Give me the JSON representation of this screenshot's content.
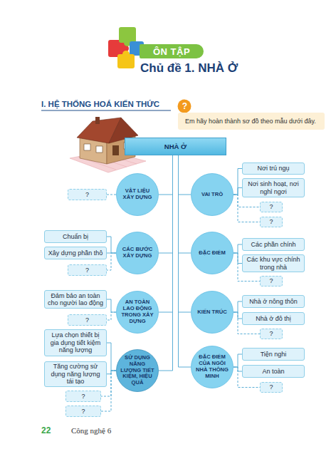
{
  "diagram": {
    "title": "Chủ đề 1. NHÀ Ở",
    "nodes": [
      {
        "text": [
          "ÔN TẬP"
        ]
      },
      {
        "text": [
          "Em hãy hoàn thành sơ đồ theo mẫu dưới đây."
        ]
      },
      {
        "text": [
          "NHÀ Ở"
        ]
      },
      {
        "text": [
          "VẬT LIỆU XÂY DỰNG"
        ]
      },
      {
        "text": [
          "?"
        ]
      },
      {
        "text": [
          "VAI TRÒ"
        ]
      },
      {
        "text": [
          "Nơi trú ngụ"
        ]
      },
      {
        "text": [
          "Nơi sinh hoạt, nơi nghỉ ngơi"
        ]
      },
      {
        "text": [
          "?"
        ]
      },
      {
        "text": [
          "?"
        ]
      },
      {
        "text": [
          "CÁC BƯỚC XÂY DỰNG"
        ]
      },
      {
        "text": [
          "Chuẩn bị"
        ]
      },
      {
        "text": [
          "Xây dựng phần thô"
        ]
      },
      {
        "text": [
          "?"
        ]
      },
      {
        "text": [
          "ĐẶC ĐIỂM"
        ]
      },
      {
        "text": [
          "Các phần chính"
        ]
      },
      {
        "text": [
          "Các khu vực chính trong nhà"
        ]
      },
      {
        "text": [
          "?"
        ]
      },
      {
        "text": [
          "AN TOÀN LAO ĐỘNG TRONG XÂY DỰNG"
        ]
      },
      {
        "text": [
          "Đảm bảo an toàn cho người lao động"
        ]
      },
      {
        "text": [
          "?"
        ]
      },
      {
        "text": [
          "KIẾN TRÚC"
        ]
      },
      {
        "text": [
          "Nhà ở nông thôn"
        ]
      },
      {
        "text": [
          "Nhà ở đô thị"
        ]
      },
      {
        "text": [
          "?"
        ]
      },
      {
        "text": [
          "SỬ DỤNG NĂNG LƯỢNG TIẾT KIỆM, HIỆU QUẢ"
        ]
      },
      {
        "text": [
          "Lựa chọn thiết bị gia dụng tiết kiệm năng lượng"
        ]
      },
      {
        "text": [
          "Tăng cường sử dụng năng lượng tái tạo"
        ]
      },
      {
        "text": [
          "?"
        ]
      },
      {
        "text": [
          "?"
        ]
      },
      {
        "text": [
          "ĐẶC ĐIỂM CỦA NGÔI NHÀ THÔNG MINH"
        ]
      },
      {
        "text": [
          "Tiện nghi"
        ]
      },
      {
        "text": [
          "An toàn"
        ]
      },
      {
        "text": [
          "?"
        ]
      }
    ],
    "edges": [
      {
        "from": 2,
        "to": 3,
        "arrow": "none"
      },
      {
        "from": 2,
        "to": 5,
        "arrow": "none"
      },
      {
        "from": 2,
        "to": 10,
        "arrow": "none"
      },
      {
        "from": 2,
        "to": 14,
        "arrow": "none"
      },
      {
        "from": 2,
        "to": 18,
        "arrow": "none"
      },
      {
        "from": 2,
        "to": 21,
        "arrow": "none"
      },
      {
        "from": 2,
        "to": 25,
        "arrow": "none"
      },
      {
        "from": 2,
        "to": 30,
        "arrow": "none"
      },
      {
        "from": 3,
        "to": 4,
        "arrow": "none"
      },
      {
        "from": 5,
        "to": 6,
        "arrow": "none"
      },
      {
        "from": 5,
        "to": 7,
        "arrow": "none"
      },
      {
        "from": 5,
        "to": 8,
        "arrow": "none"
      },
      {
        "from": 5,
        "to": 9,
        "arrow": "none"
      },
      {
        "from": 10,
        "to": 11,
        "arrow": "none"
      },
      {
        "from": 10,
        "to": 12,
        "arrow": "none"
      },
      {
        "from": 10,
        "to": 13,
        "arrow": "none"
      },
      {
        "from": 14,
        "to": 15,
        "arrow": "none"
      },
      {
        "from": 14,
        "to": 16,
        "arrow": "none"
      },
      {
        "from": 14,
        "to": 17,
        "arrow": "none"
      },
      {
        "from": 18,
        "to": 19,
        "arrow": "none"
      },
      {
        "from": 18,
        "to": 20,
        "arrow": "none"
      },
      {
        "from": 21,
        "to": 22,
        "arrow": "none"
      },
      {
        "from": 21,
        "to": 23,
        "arrow": "none"
      },
      {
        "from": 21,
        "to": 24,
        "arrow": "none"
      },
      {
        "from": 25,
        "to": 26,
        "arrow": "none"
      },
      {
        "from": 25,
        "to": 27,
        "arrow": "none"
      },
      {
        "from": 25,
        "to": 28,
        "arrow": "none"
      },
      {
        "from": 25,
        "to": 29,
        "arrow": "none"
      },
      {
        "from": 30,
        "to": 31,
        "arrow": "none"
      },
      {
        "from": 30,
        "to": 32,
        "arrow": "none"
      },
      {
        "from": 30,
        "to": 33,
        "arrow": "none"
      }
    ],
    "labels": [
      "I. HỆ THỐNG HOÁ KIẾN THỨC",
      "?",
      "22",
      "Công nghệ 6"
    ]
  }
}
